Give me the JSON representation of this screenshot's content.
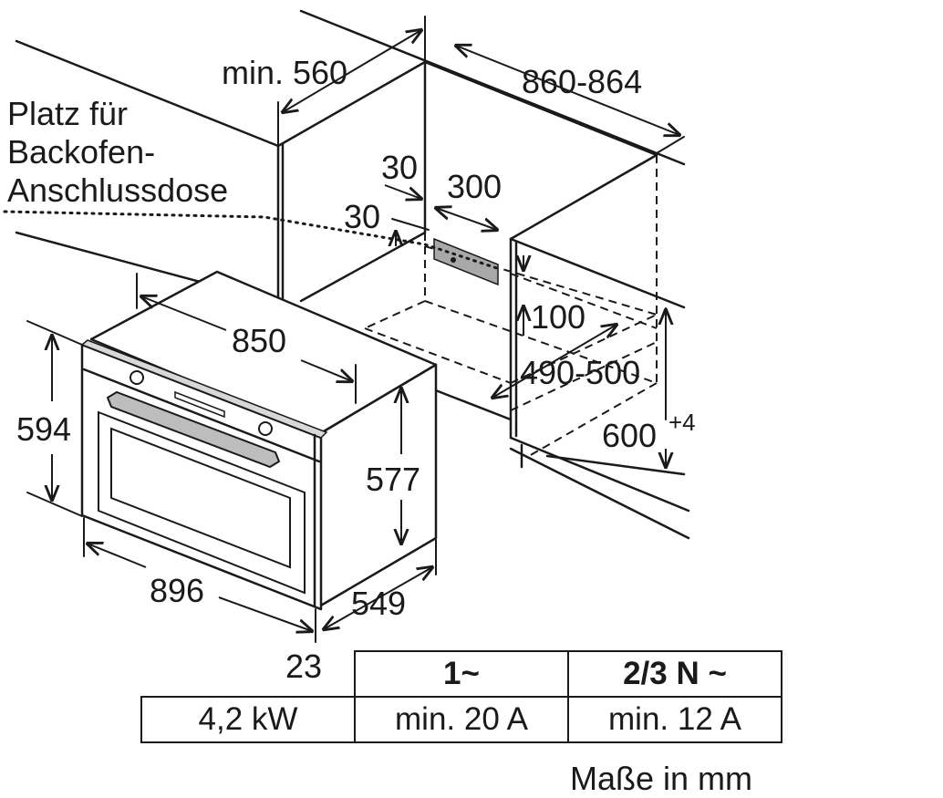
{
  "socket_label": [
    "Platz für",
    "Backofen-",
    "Anschlussdose"
  ],
  "dimensions": {
    "niche_depth": "min. 560",
    "niche_width": "860-864",
    "socket_offset_top": "30",
    "socket_offset_side": "30",
    "socket_width": "300",
    "socket_height": "100",
    "niche_depth_inner": "490-500",
    "niche_height": "600",
    "niche_height_tolerance": "+4",
    "oven_width_body": "850",
    "oven_height_front": "594",
    "oven_height_body": "577",
    "oven_width_front": "896",
    "oven_depth": "549",
    "front_thickness": "23"
  },
  "spec_table": {
    "header": [
      "",
      "1~",
      "2/3 N ~"
    ],
    "row": [
      "4,2 kW",
      "min. 20 A",
      "min. 12 A"
    ]
  },
  "units_note": "Maße in mm"
}
